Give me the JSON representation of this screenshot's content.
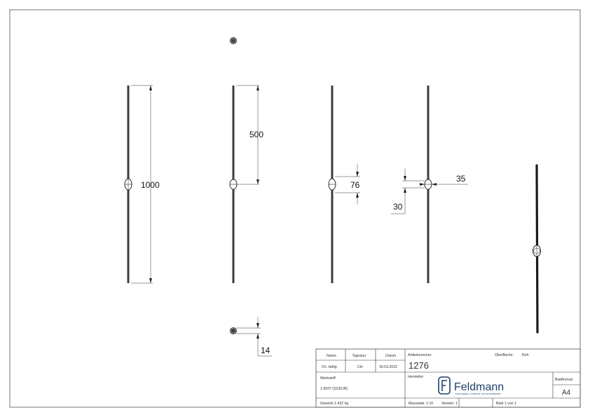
{
  "dimensions": {
    "length": "1000",
    "half_length": "500",
    "knob_height": "76",
    "knob_width": "35",
    "knob_offset": "30",
    "bar_section": "14"
  },
  "title_block": {
    "headers": {
      "name": "Name",
      "signature": "Signatur",
      "date": "Datum"
    },
    "drawn_by": {
      "name": "Ch. Häfig",
      "signature": "CH",
      "date": "30.03.2022"
    },
    "article_label": "Artikelnummer",
    "article_number": "1276",
    "surface_label": "Oberfläche:",
    "surface_value": "Roh",
    "material_label": "Werkstoff:",
    "material_value": "1.0037 (S235JR)",
    "manufacturer_label": "Hersteller",
    "logo_text": "Feldmann",
    "logo_tagline": "SCHLOSSEREI-, ALUMINIUM- UND TECHNIKBEDARF",
    "sheet_format_label": "Blattformat",
    "sheet_format_value": "A4",
    "weight": "Gewicht 1.432 kg",
    "scale": "Massstab: 1:10",
    "version": "Version: 1",
    "sheet": "Blatt 1 von 1"
  },
  "colors": {
    "line": "#333333",
    "bar": "#3c3c3c",
    "frame": "#555555"
  }
}
